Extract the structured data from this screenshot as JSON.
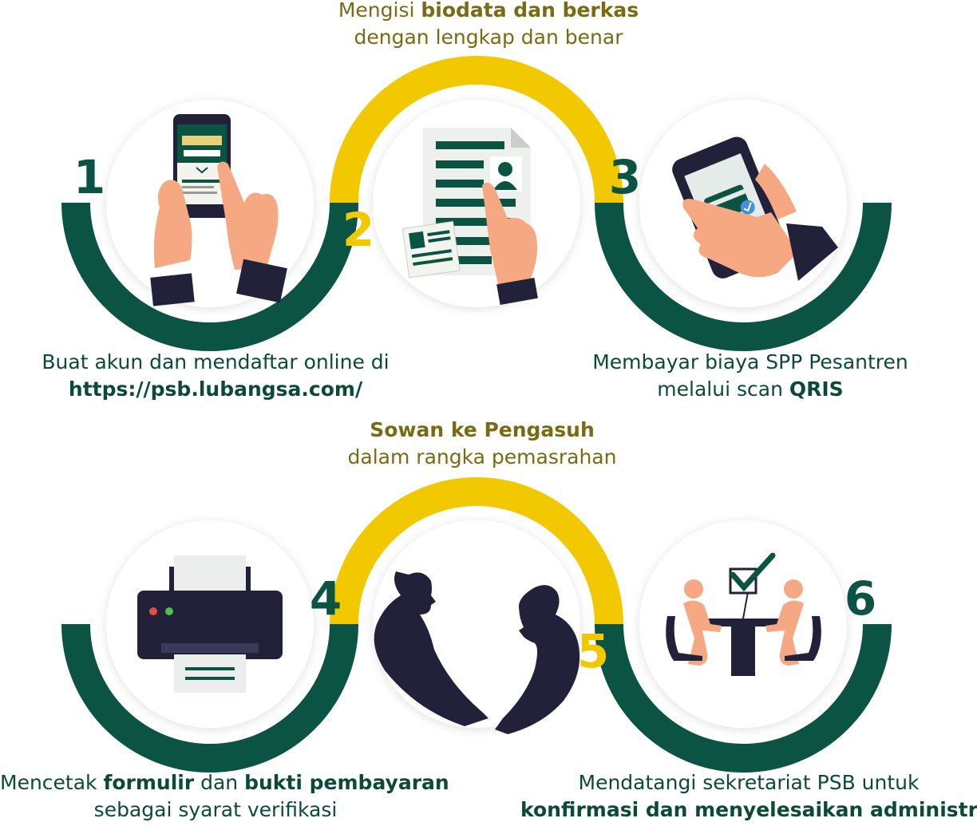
{
  "colors": {
    "green": "#0b5443",
    "yellow": "#f2c800",
    "dark_navy": "#22213a",
    "skin": "#f5a882",
    "caption_green": "#0b4a3a",
    "caption_gold": "#7a6a12"
  },
  "row1": {
    "top_caption": {
      "line1_prefix": "Mengisi ",
      "line1_bold": "biodata dan berkas",
      "line2": "dengan lengkap dan benar"
    },
    "step1": {
      "number": "1",
      "icon": "phone-registration-icon",
      "caption_line1": "Buat akun dan mendaftar online di",
      "caption_line2_bold": "https://psb.lubangsa.com/"
    },
    "step2": {
      "number": "2",
      "icon": "document-form-icon"
    },
    "step3": {
      "number": "3",
      "icon": "mobile-payment-icon",
      "caption_line1": "Membayar biaya SPP Pesantren",
      "caption_line2_prefix": "melalui scan ",
      "caption_line2_bold": "QRIS"
    }
  },
  "row2": {
    "top_caption": {
      "line1_bold": "Sowan ke Pengasuh",
      "line2": "dalam rangka pemasrahan"
    },
    "step4": {
      "number": "4",
      "icon": "printer-icon",
      "caption_line1_a": "Mencetak ",
      "caption_line1_b": "formulir",
      "caption_line1_c": " dan ",
      "caption_line1_d": "bukti pembayaran",
      "caption_line2": "sebagai syarat verifikasi"
    },
    "step5": {
      "number": "5",
      "icon": "handshake-silhouette-icon"
    },
    "step6": {
      "number": "6",
      "icon": "meeting-table-icon",
      "caption_line1": "Mendatangi sekretariat PSB untuk",
      "caption_line2_bold": "konfirmasi dan menyelesaikan administrasi"
    }
  }
}
